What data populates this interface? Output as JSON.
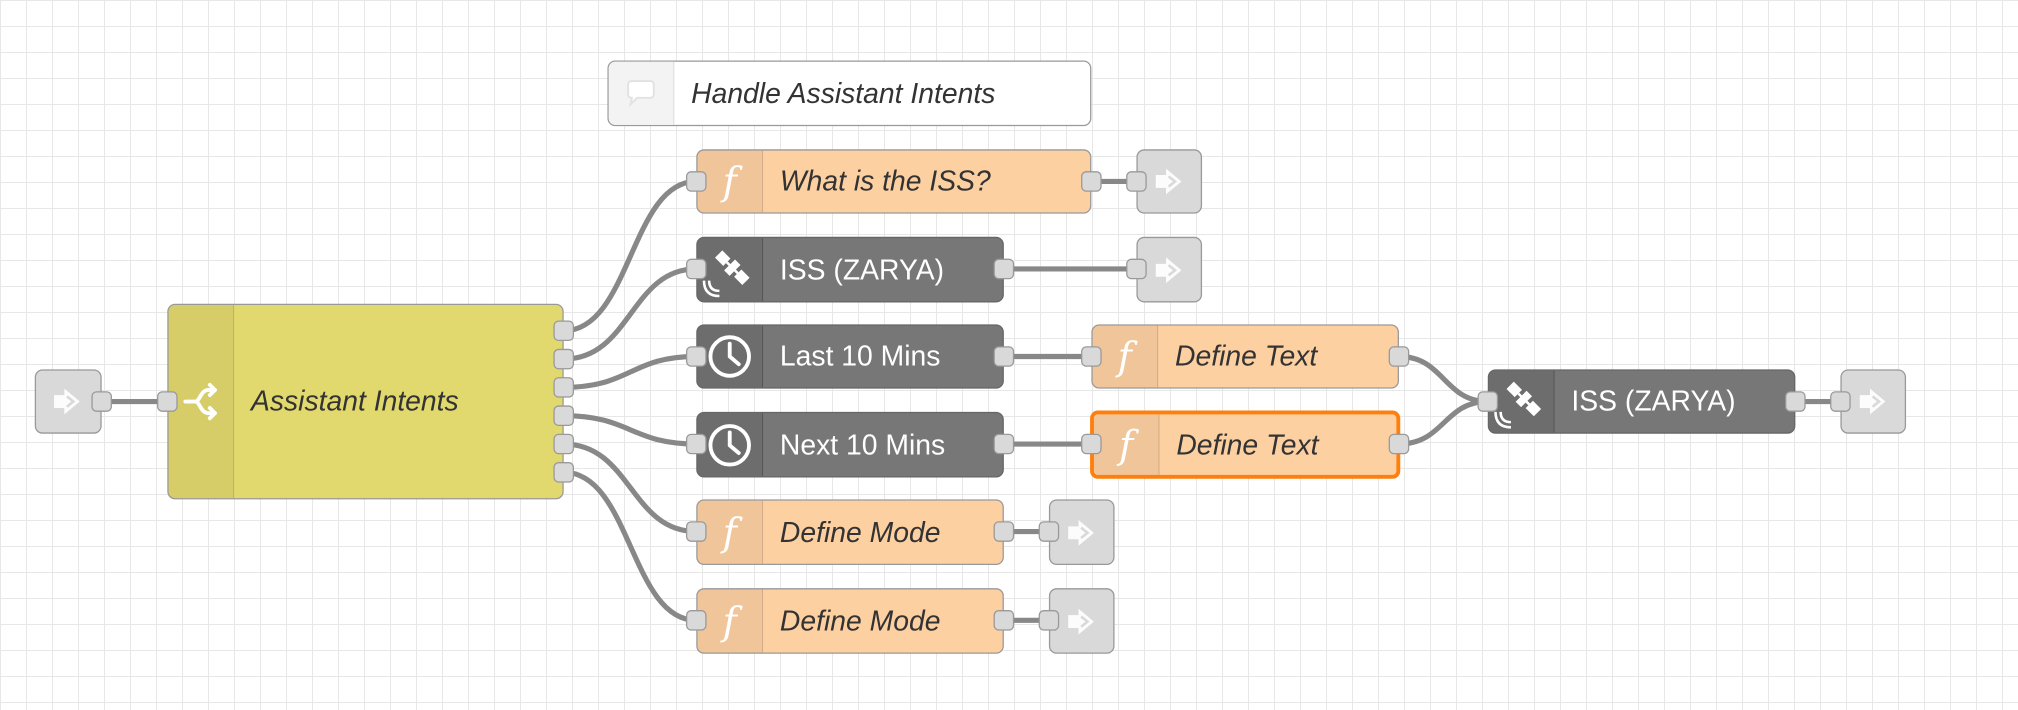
{
  "flow": {
    "comment": "Handle Assistant Intents",
    "switch_node": "Assistant Intents",
    "function_what_is_iss": "What is the ISS?",
    "iss_node_top": "ISS (ZARYA)",
    "inject_last": "Last 10 Mins",
    "inject_next": "Next 10 Mins",
    "function_define_text_1": "Define Text",
    "function_define_text_2": "Define Text",
    "function_define_mode_1": "Define Mode",
    "function_define_mode_2": "Define Mode",
    "iss_node_right": "ISS (ZARYA)"
  },
  "colors": {
    "function": "#fdd0a2",
    "switch": "#e2d96e",
    "iss": "#777777",
    "io": "#d9d9d9",
    "selected": "#ff7f0e",
    "wire": "#888888"
  },
  "icons": {
    "function": "function-icon",
    "switch": "switch-icon",
    "satellite": "satellite-icon",
    "clock": "clock-icon",
    "link": "link-icon",
    "comment": "comment-icon"
  }
}
